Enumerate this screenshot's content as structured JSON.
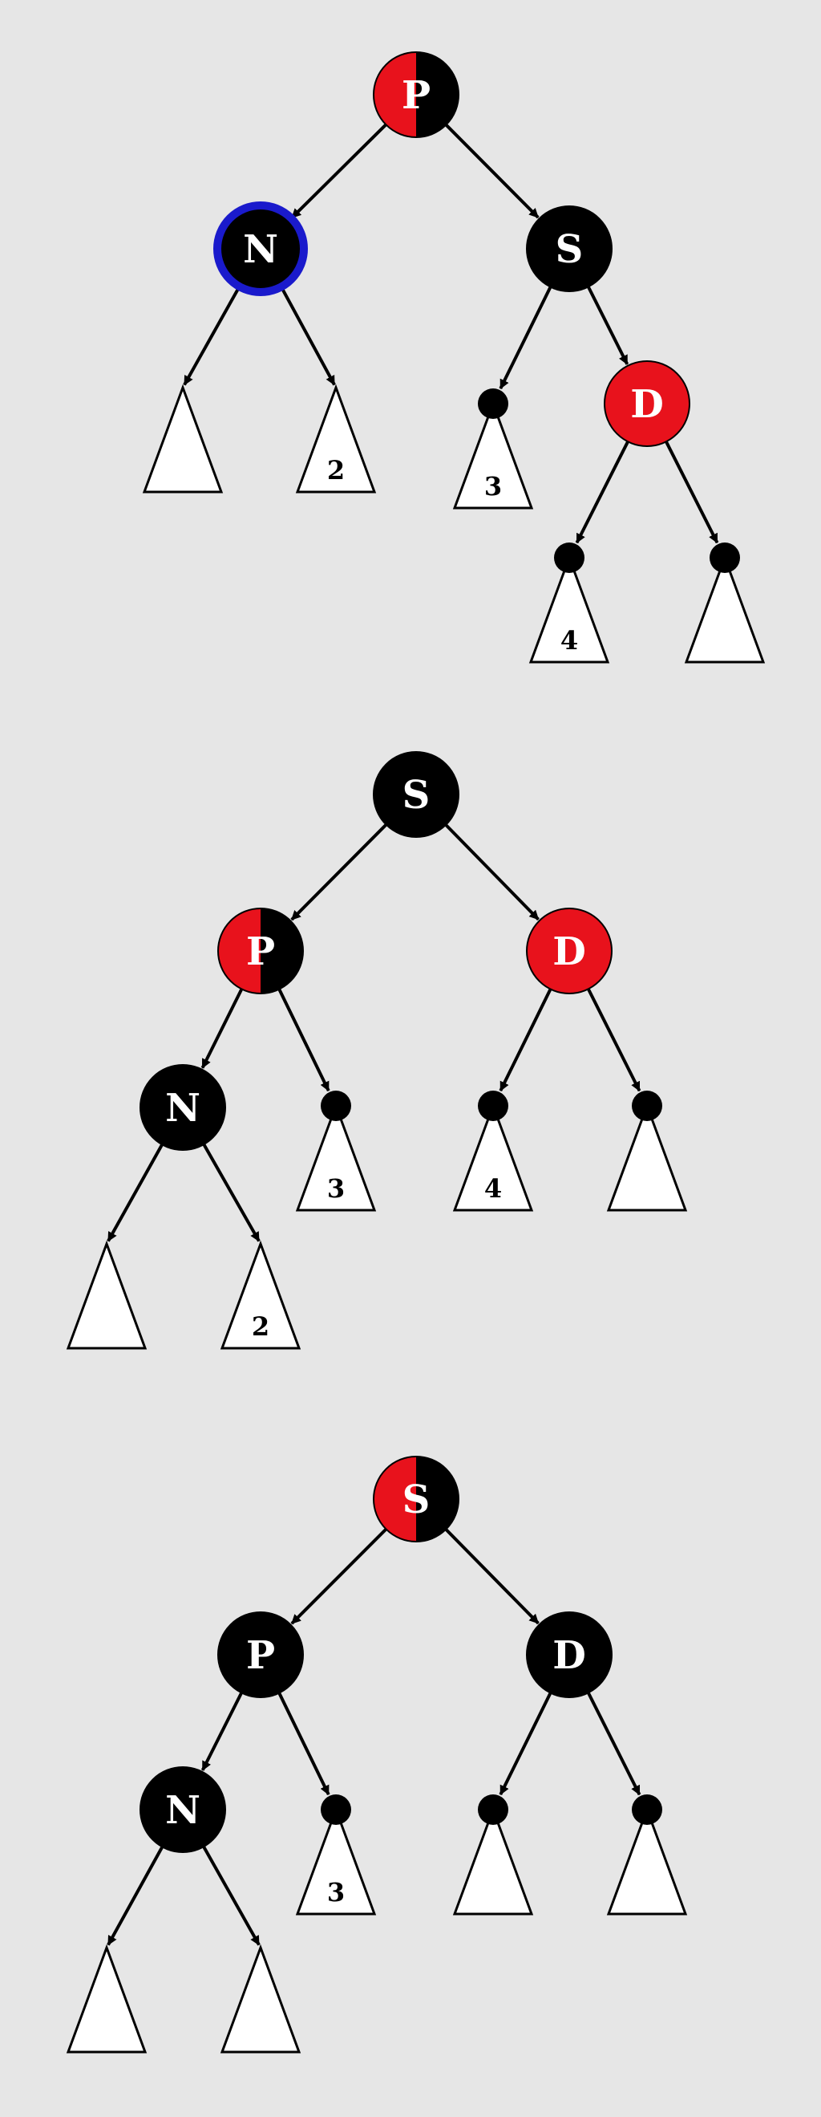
{
  "colors": {
    "background": "#e6e6e6",
    "red": "#e8121c",
    "black": "#000000",
    "highlight": "#1a1acc",
    "subtree_fill": "#ffffff"
  },
  "diagrams": [
    {
      "id": "step-1",
      "nodes": [
        {
          "id": "P",
          "label": "P",
          "color": "half"
        },
        {
          "id": "N",
          "label": "N",
          "color": "black",
          "highlight": true
        },
        {
          "id": "S",
          "label": "S",
          "color": "black"
        },
        {
          "id": "D",
          "label": "D",
          "color": "red"
        }
      ],
      "leaves": [
        {
          "id": "a",
          "label": ""
        },
        {
          "id": "b",
          "label": "2"
        },
        {
          "id": "c",
          "label": "3"
        },
        {
          "id": "d",
          "label": "4"
        },
        {
          "id": "e",
          "label": ""
        }
      ]
    },
    {
      "id": "step-2",
      "nodes": [
        {
          "id": "S",
          "label": "S",
          "color": "black"
        },
        {
          "id": "P",
          "label": "P",
          "color": "half"
        },
        {
          "id": "D",
          "label": "D",
          "color": "red"
        },
        {
          "id": "N",
          "label": "N",
          "color": "black"
        }
      ],
      "leaves": [
        {
          "id": "a",
          "label": "3"
        },
        {
          "id": "b",
          "label": "4"
        },
        {
          "id": "c",
          "label": ""
        },
        {
          "id": "d",
          "label": ""
        },
        {
          "id": "e",
          "label": "2"
        }
      ]
    },
    {
      "id": "step-3",
      "nodes": [
        {
          "id": "S",
          "label": "S",
          "color": "half"
        },
        {
          "id": "P",
          "label": "P",
          "color": "black"
        },
        {
          "id": "D",
          "label": "D",
          "color": "black"
        },
        {
          "id": "N",
          "label": "N",
          "color": "black"
        }
      ],
      "leaves": [
        {
          "id": "a",
          "label": "3"
        },
        {
          "id": "b",
          "label": ""
        },
        {
          "id": "c",
          "label": ""
        },
        {
          "id": "d",
          "label": ""
        },
        {
          "id": "e",
          "label": ""
        }
      ]
    }
  ]
}
